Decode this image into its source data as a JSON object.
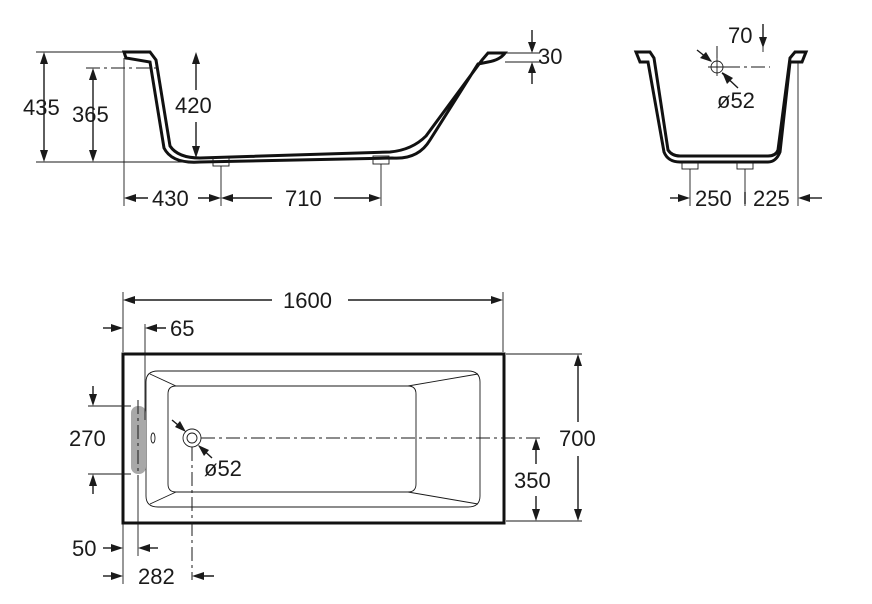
{
  "side_view": {
    "dim_total_height": "435",
    "dim_inner_height": "365",
    "dim_depth": "420",
    "dim_rim": "30",
    "dim_leg_offset": "430",
    "dim_leg_spacing": "710"
  },
  "end_view": {
    "dim_drain_offset": "70",
    "dim_drain_diameter": "ø52",
    "dim_leg_spacing": "250",
    "dim_leg_offset": "225"
  },
  "plan_view": {
    "dim_length": "1600",
    "dim_overflow_offset": "65",
    "dim_handle_length": "270",
    "dim_drain_diameter": "ø52",
    "dim_width": "700",
    "dim_drain_centerline": "350",
    "dim_handle_offset": "50",
    "dim_drain_offset": "282"
  },
  "colors": {
    "line": "#1a1a1a",
    "handle_fill": "#a8a8a8"
  }
}
